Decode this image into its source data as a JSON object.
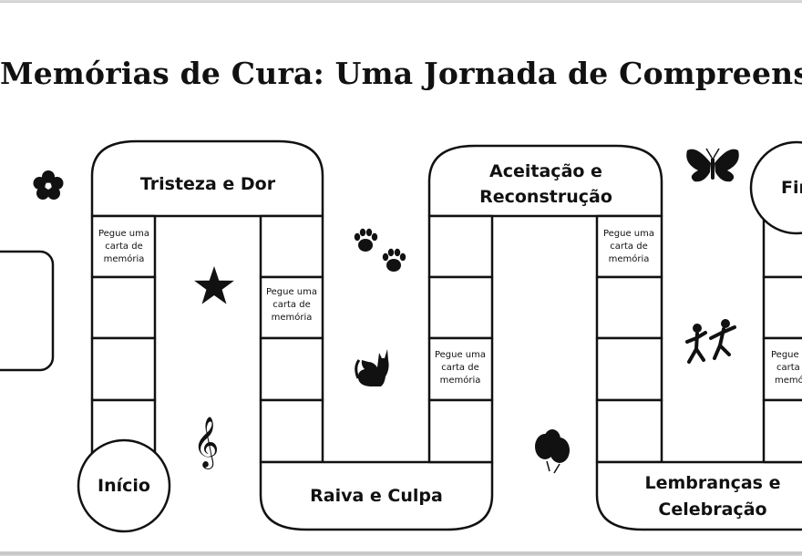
{
  "board": {
    "title": "Memórias de Cura: Uma Jornada de Compreensão",
    "stages": {
      "tristeza": "Tristeza e Dor",
      "raiva": "Raiva e Culpa",
      "aceitacao_line1": "Aceitação e",
      "aceitacao_line2": "Reconstrução",
      "lembrancas_line1": "Lembranças e",
      "lembrancas_line2": "Celebração"
    },
    "start_label": "Início",
    "finish_label": "Fim",
    "card_text": {
      "line1": "Pegue uma",
      "line2": "carta de",
      "line3": "memória"
    },
    "icons": [
      "flower-icon",
      "star-icon",
      "music-note-icon",
      "paw-prints-icon",
      "cat-icon",
      "balloons-icon",
      "butterfly-icon",
      "dancing-people-icon"
    ]
  }
}
